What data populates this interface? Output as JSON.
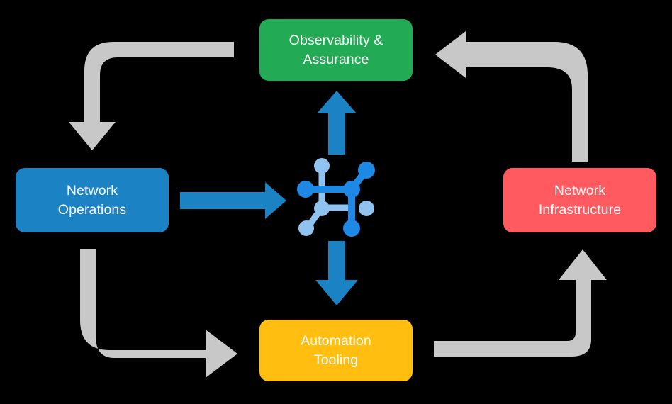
{
  "diagram": {
    "title": "Network automation lifecycle cycle diagram",
    "background_color": "#000000",
    "nodes": [
      {
        "id": "observability-assurance",
        "label_line1": "Observability &",
        "label_line2": "Assurance",
        "color": "#22AA55",
        "text_color": "#FFFFFF",
        "position": "top"
      },
      {
        "id": "network-operations",
        "label_line1": "Network",
        "label_line2": "Operations",
        "color": "#1B82C4",
        "text_color": "#FFFFFF",
        "position": "left"
      },
      {
        "id": "network-infrastructure",
        "label_line1": "Network",
        "label_line2": "Infrastructure",
        "color": "#FF5A5F",
        "text_color": "#FFFFFF",
        "position": "right"
      },
      {
        "id": "automation-tooling",
        "label_line1": "Automation",
        "label_line2": "Tooling",
        "color": "#FFBE10",
        "text_color": "#FFFFFF",
        "position": "bottom"
      }
    ],
    "center": {
      "icon": "network-graph-icon",
      "node_color_primary": "#1E88E5",
      "node_color_secondary": "#90C3F0"
    },
    "connectors": {
      "blue_color": "#1B82C4",
      "gray_color": "#C8C8C8",
      "blue_arrows": [
        {
          "id": "ops-to-hub",
          "direction": "right",
          "from": "network-operations",
          "to": "center-hub"
        },
        {
          "id": "hub-to-observability",
          "direction": "up",
          "from": "center-hub",
          "to": "observability-assurance"
        },
        {
          "id": "hub-to-automation",
          "direction": "down",
          "from": "center-hub",
          "to": "automation-tooling"
        }
      ],
      "gray_arrows": [
        {
          "id": "ops-to-observability",
          "direction": "down",
          "from": "network-operations",
          "to": "observability-assurance"
        },
        {
          "id": "observability-to-infrastructure",
          "direction": "left",
          "from": "observability-assurance",
          "to": "network-infrastructure"
        },
        {
          "id": "ops-to-automation",
          "direction": "right",
          "from": "network-operations",
          "to": "automation-tooling"
        },
        {
          "id": "automation-to-infrastructure",
          "direction": "up",
          "from": "automation-tooling",
          "to": "network-infrastructure"
        }
      ]
    }
  }
}
